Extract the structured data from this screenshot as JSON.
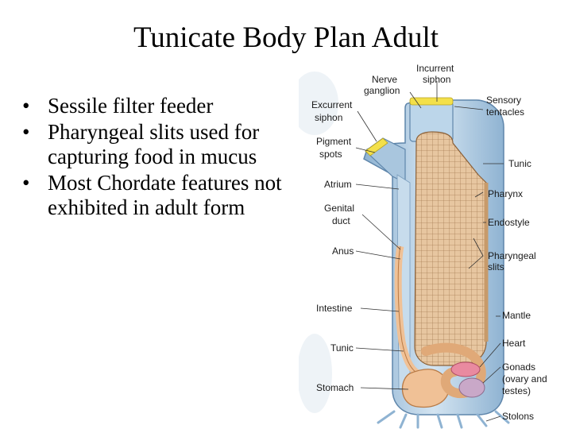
{
  "slide": {
    "title": "Tunicate Body Plan Adult",
    "bullets": [
      "Sessile filter feeder",
      "Pharyngeal slits used for capturing food in mucus",
      "Most Chordate features not exhibited in adult form"
    ],
    "bullet_glyph": "•"
  },
  "diagram": {
    "labels": {
      "incurrent_1": "Incurrent",
      "incurrent_2": "siphon",
      "nerve_1": "Nerve",
      "nerve_2": "ganglion",
      "excurrent_1": "Excurrent",
      "excurrent_2": "siphon",
      "pigment_1": "Pigment",
      "pigment_2": "spots",
      "atrium": "Atrium",
      "genital_1": "Genital",
      "genital_2": "duct",
      "anus": "Anus",
      "intestine": "Intestine",
      "tunic_left": "Tunic",
      "stomach": "Stomach",
      "sensory_1": "Sensory",
      "sensory_2": "tentacles",
      "tunic_right": "Tunic",
      "pharynx": "Pharynx",
      "endostyle": "Endostyle",
      "pharyngeal_1": "Pharyngeal",
      "pharyngeal_2": "slits",
      "mantle": "Mantle",
      "heart": "Heart",
      "gonads_1": "Gonads",
      "gonads_2": "(ovary and",
      "gonads_3": "testes)",
      "stolons": "Stolons"
    },
    "colors": {
      "tunic": "#b9d4e8",
      "tunic_edge": "#5f86ab",
      "pharynx": "#e7c6a0",
      "grid": "#a98058",
      "gut": "#f0c196",
      "gut_edge": "#b87a45",
      "siphon_tip": "#f3e04a",
      "heart": "#e98aa0",
      "gonad": "#c9a8c8"
    }
  }
}
